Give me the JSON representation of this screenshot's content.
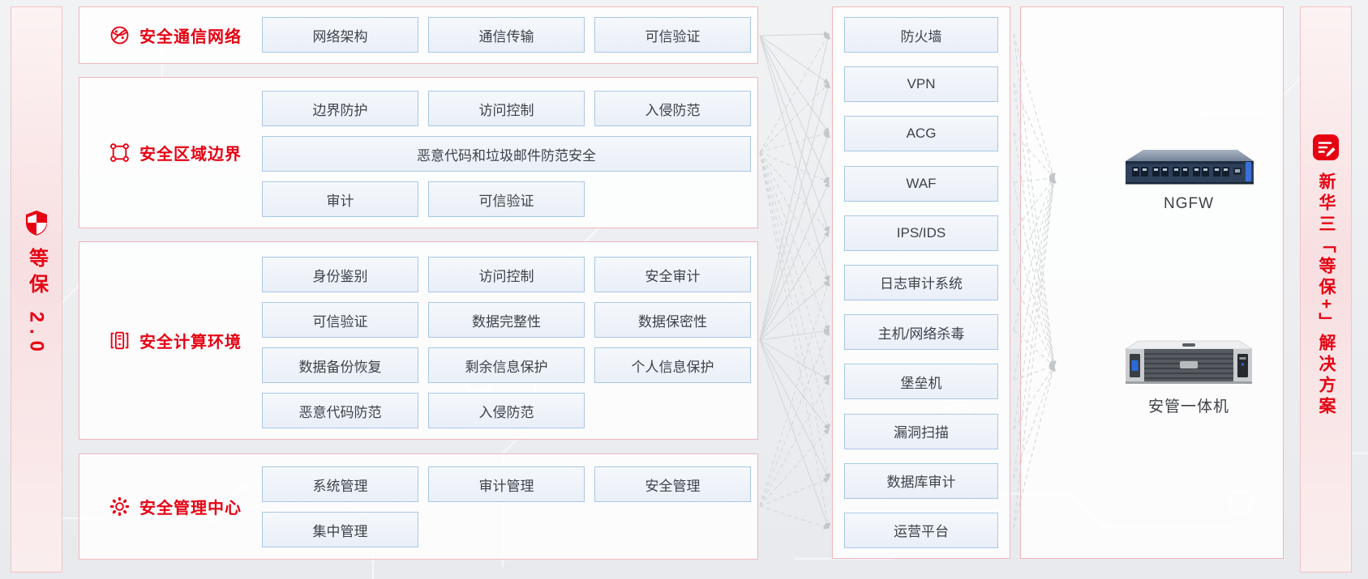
{
  "left_bar": {
    "label": "等保 2.0",
    "icon": "shield-icon"
  },
  "right_bar": {
    "label": "新华三「等保+」解决方案",
    "icon": "document-edit-icon"
  },
  "sections": [
    {
      "title": "安全通信网络",
      "icon": "network-globe-icon",
      "rows": [
        {
          "boxes": [
            "网络架构",
            "通信传输",
            "可信验证"
          ]
        }
      ]
    },
    {
      "title": "安全区域边界",
      "icon": "boundary-nodes-icon",
      "rows": [
        {
          "boxes": [
            "边界防护",
            "访问控制",
            "入侵防范"
          ]
        },
        {
          "boxes": [
            "恶意代码和垃圾邮件防范安全"
          ]
        },
        {
          "boxes": [
            "审计",
            "可信验证"
          ]
        }
      ]
    },
    {
      "title": "安全计算环境",
      "icon": "server-brackets-icon",
      "rows": [
        {
          "boxes": [
            "身份鉴别",
            "访问控制",
            "安全审计"
          ]
        },
        {
          "boxes": [
            "可信验证",
            "数据完整性",
            "数据保密性"
          ]
        },
        {
          "boxes": [
            "数据备份恢复",
            "剩余信息保护",
            "个人信息保护"
          ]
        },
        {
          "boxes": [
            "恶意代码防范",
            "入侵防范"
          ]
        }
      ]
    },
    {
      "title": "安全管理中心",
      "icon": "gear-icon",
      "rows": [
        {
          "boxes": [
            "系统管理",
            "审计管理",
            "安全管理"
          ]
        },
        {
          "boxes": [
            "集中管理"
          ]
        }
      ]
    }
  ],
  "products": [
    "防火墙",
    "VPN",
    "ACG",
    "WAF",
    "IPS/IDS",
    "日志审计系统",
    "主机/网络杀毒",
    "堡垒机",
    "漏洞扫描",
    "数据库审计",
    "运营平台"
  ],
  "devices": [
    {
      "label": "NGFW",
      "type": "firewall-appliance"
    },
    {
      "label": "安管一体机",
      "type": "rack-server"
    }
  ],
  "colors": {
    "accent": "#e60012",
    "container_border": "#f3b6ba",
    "box_border": "#a9c7e6",
    "box_bg": "#eef2f8",
    "arrow": "#d3d5d7",
    "background": "#edeff2"
  }
}
